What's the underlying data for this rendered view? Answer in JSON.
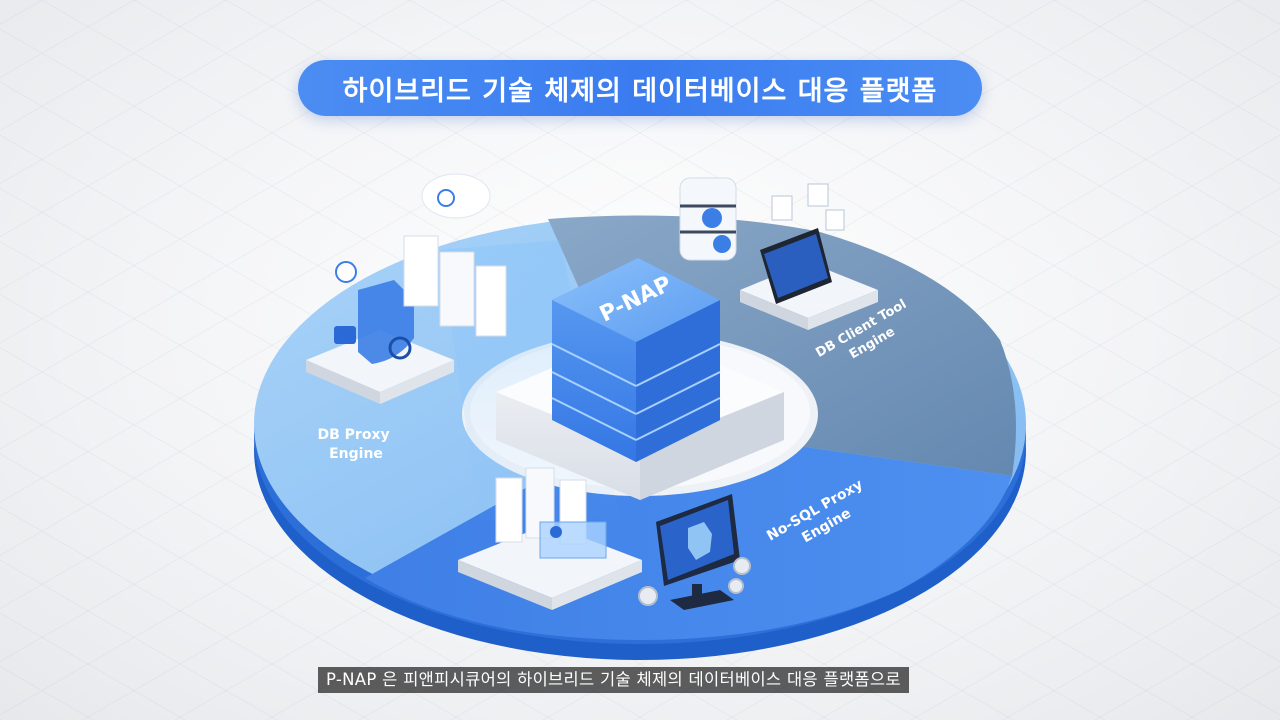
{
  "title": "하이브리드 기술 체제의 데이터베이스 대응 플랫폼",
  "center_block": {
    "label": "P-NAP"
  },
  "segments": [
    {
      "id": "db-proxy",
      "line1": "DB Proxy",
      "line2": "Engine"
    },
    {
      "id": "db-client-tool",
      "line1": "DB Client Tool",
      "line2": "Engine"
    },
    {
      "id": "nosql-proxy",
      "line1": "No-SQL Proxy",
      "line2": "Engine"
    }
  ],
  "icons": [
    "cloud-sync-icon",
    "server-rack-icon",
    "security-shield-icon",
    "padlock-icon",
    "magnifier-icon",
    "database-icon",
    "gear-icon",
    "laptop-icon",
    "document-icon",
    "chart-icon",
    "monitor-shield-icon",
    "password-lock-icon"
  ],
  "colors": {
    "title_pill": "#3a7cf0",
    "ring_light_blue": "#8fc4f5",
    "ring_slate_blue": "#6f93b8",
    "ring_royal_blue": "#3f82ea",
    "center_block": "#4a8bee"
  },
  "subtitle": "P-NAP 은 피앤피시큐어의 하이브리드 기술 체제의 데이터베이스 대응 플랫폼으로"
}
